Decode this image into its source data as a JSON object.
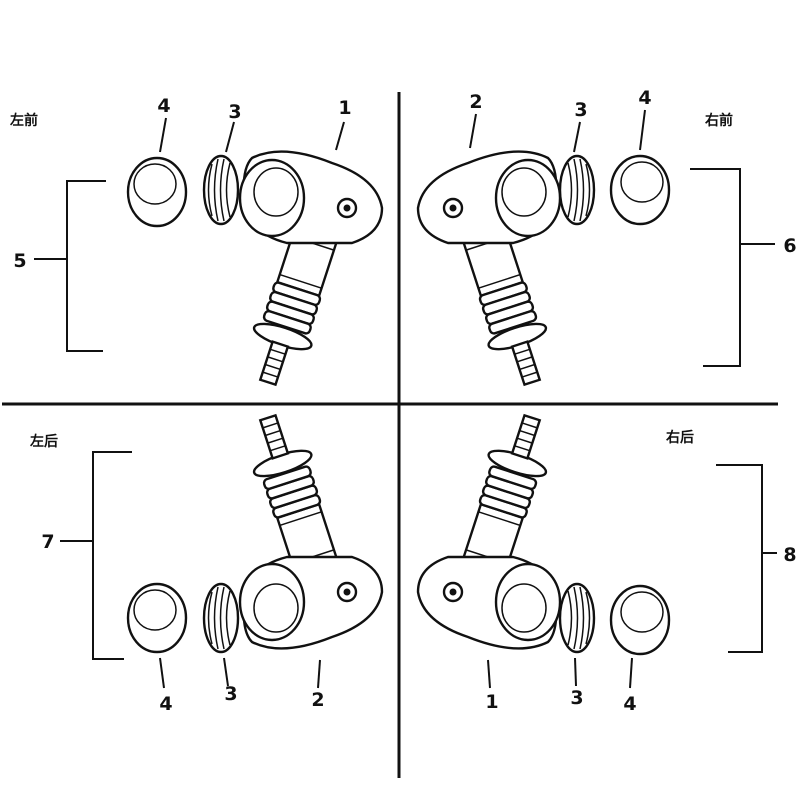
{
  "quadrants": {
    "front_left": "左前",
    "front_right": "右前",
    "rear_left": "左后",
    "rear_right": "右后"
  },
  "callouts": {
    "fl": [
      "4",
      "3",
      "1"
    ],
    "fr": [
      "2",
      "3",
      "4"
    ],
    "rl": [
      "4",
      "3",
      "2"
    ],
    "rr": [
      "1",
      "3",
      "4"
    ]
  },
  "groups": {
    "front_left": "5",
    "front_right": "6",
    "rear_left": "7",
    "rear_right": "8"
  }
}
